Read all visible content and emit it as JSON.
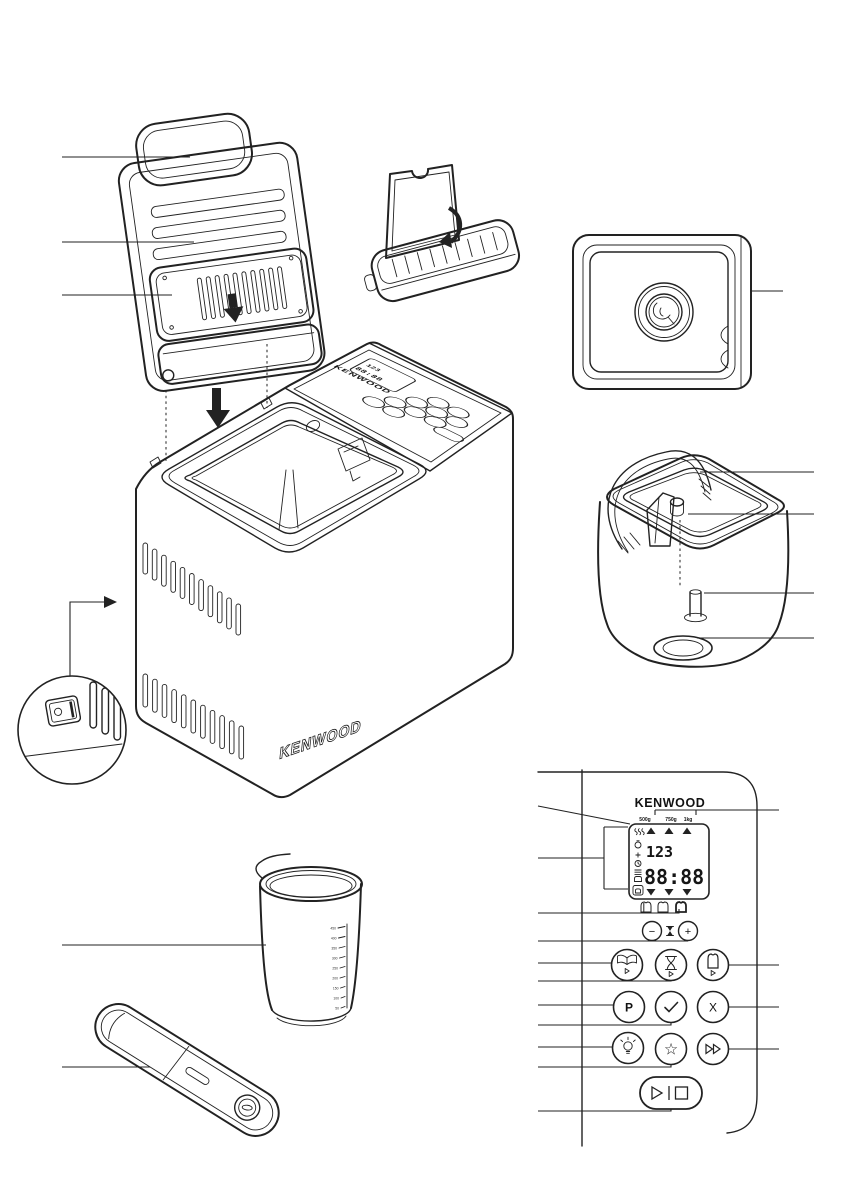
{
  "figure": {
    "kind": "bread-maker parts diagram"
  },
  "colors": {
    "line": "#222222",
    "background": "#ffffff"
  },
  "machine": {
    "front_logo": "KENWOOD"
  },
  "mini_panel": {
    "logo": "KENWOOD",
    "display_program": "123",
    "display_time": "88:88"
  },
  "control_panel": {
    "logo": "KENWOOD",
    "weight_labels": [
      "500g",
      "750g",
      "1kg"
    ],
    "display": {
      "program_number": "123",
      "time": "88:88"
    },
    "buttons": {
      "minus": "−",
      "plus": "+",
      "program": "P",
      "cancel": "X",
      "star": "☆"
    },
    "icons": {
      "indicators": [
        "heat-waves-icon",
        "delay-timer-icon",
        "plus-icon",
        "clock-icon",
        "bake-loaf-icon",
        "keep-warm-loaf-icon"
      ],
      "crust": [
        "crust-light-icon",
        "crust-medium-icon",
        "crust-dark-icon"
      ],
      "buttons": [
        "recipe-book-icon",
        "hourglass-icon",
        "loaf-size-icon",
        "check-icon",
        "lightbulb-icon",
        "star-icon",
        "fast-forward-icon",
        "play-stop-icon",
        "small-hourglass-icon"
      ]
    }
  },
  "jug": {
    "scale_labels": [
      "450",
      "400",
      "350",
      "300",
      "250",
      "200",
      "150",
      "100",
      "50"
    ]
  }
}
